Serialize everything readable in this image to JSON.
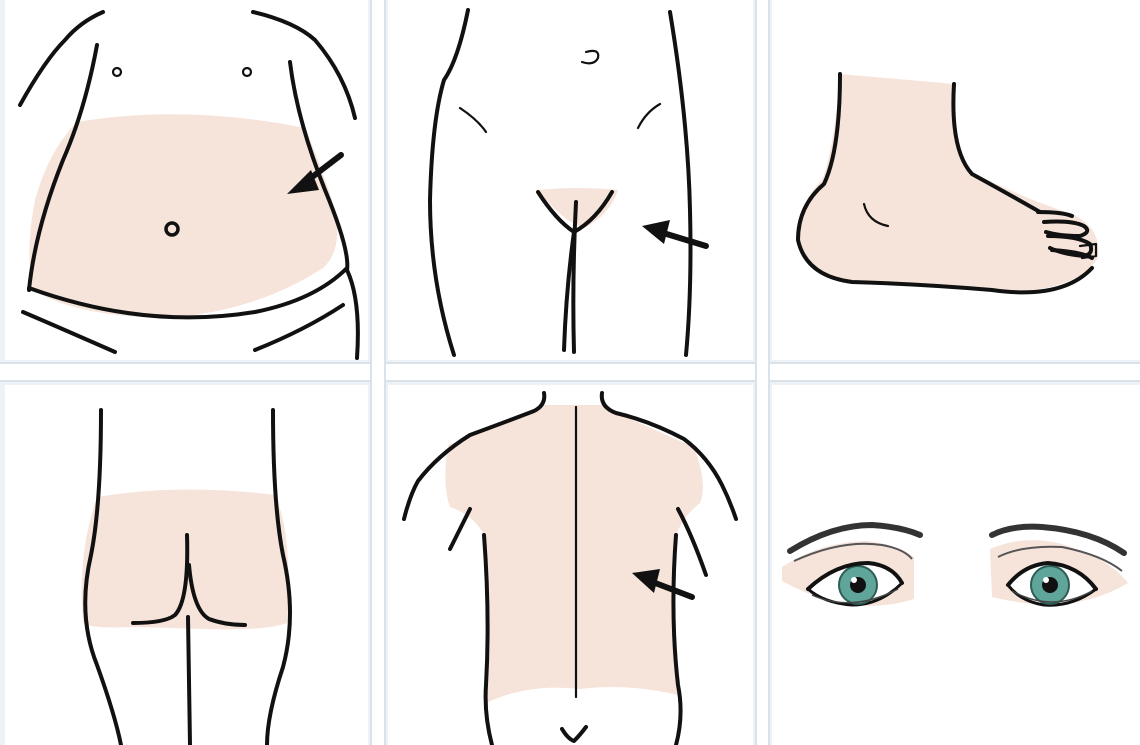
{
  "panels": [
    {
      "id": "abdomen",
      "shaded": true,
      "arrow": true
    },
    {
      "id": "thigh",
      "shaded": true,
      "arrow": true
    },
    {
      "id": "foot",
      "shaded": true,
      "arrow": false
    },
    {
      "id": "buttocks",
      "shaded": true,
      "arrow": false
    },
    {
      "id": "back",
      "shaded": true,
      "arrow": true
    },
    {
      "id": "eyes",
      "shaded": true,
      "arrow": false
    }
  ],
  "colors": {
    "skin_highlight": "#f6e3da",
    "outline": "#111111",
    "iris": "#5fa59a",
    "panel_bg": "#ffffff",
    "gutter": "#eef2f6"
  }
}
